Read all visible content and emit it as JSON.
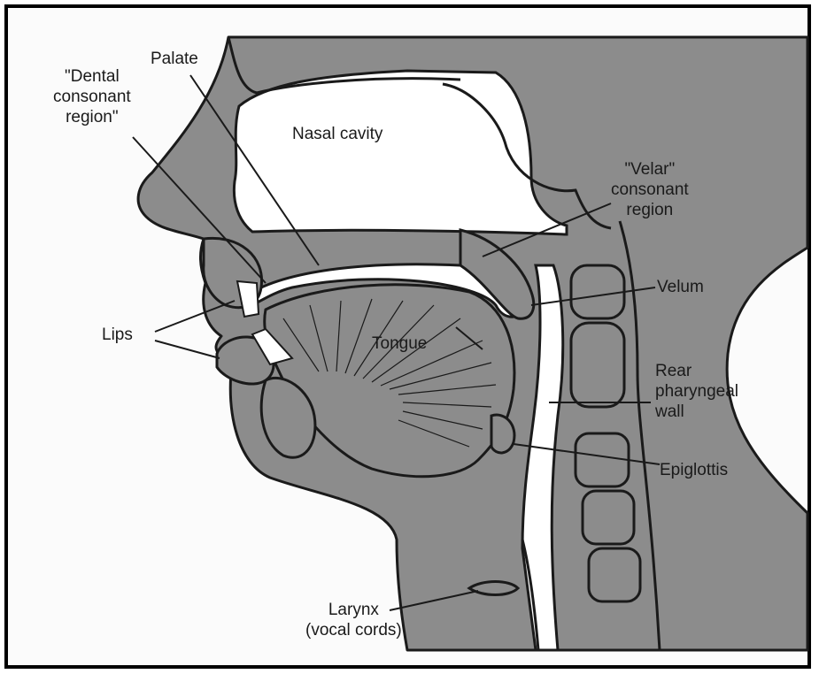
{
  "labels": {
    "palate": "Palate",
    "dental": [
      "\"Dental",
      "consonant",
      "region\""
    ],
    "nasal_cavity": "Nasal cavity",
    "velar": [
      "\"Velar\"",
      "consonant",
      "region"
    ],
    "velum": "Velum",
    "lips": "Lips",
    "tongue": "Tongue",
    "rear_pharyngeal_wall": [
      "Rear",
      "pharyngeal",
      "wall"
    ],
    "epiglottis": "Epiglottis",
    "larynx": [
      "Larynx",
      "(vocal cords)"
    ]
  },
  "colors": {
    "tissue": "#8c8c8c",
    "outline": "#1a1a1a",
    "cavity": "#ffffff",
    "frame": "#000000"
  }
}
